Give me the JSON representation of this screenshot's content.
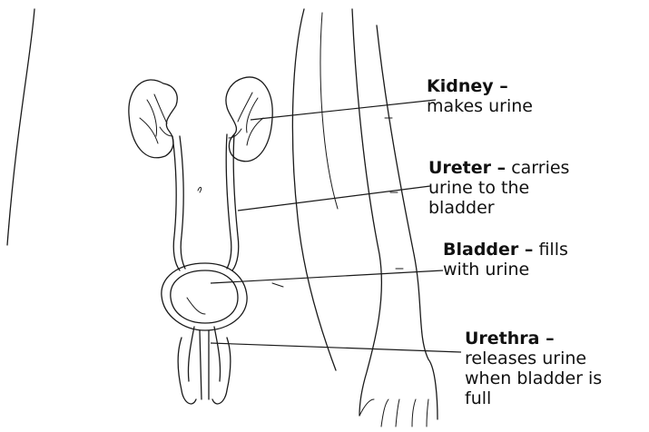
{
  "labels": {
    "kidney": {
      "term": "Kidney",
      "dash": " –",
      "line1_rest": "",
      "line2": "makes urine",
      "line3": "",
      "line4": ""
    },
    "ureter": {
      "term": "Ureter",
      "dash": " –",
      "line1_rest": " carries",
      "line2": "urine to the",
      "line3": "bladder",
      "line4": ""
    },
    "bladder": {
      "term": "Bladder",
      "dash": " –",
      "line1_rest": " fills",
      "line2": "with urine",
      "line3": "",
      "line4": ""
    },
    "urethra": {
      "term": "Urethra",
      "dash": " –",
      "line1_rest": "",
      "line2": "releases urine",
      "line3": "when bladder is",
      "line4": "full"
    }
  },
  "colors": {
    "ink": "#1a1a1a",
    "background": "#ffffff"
  }
}
